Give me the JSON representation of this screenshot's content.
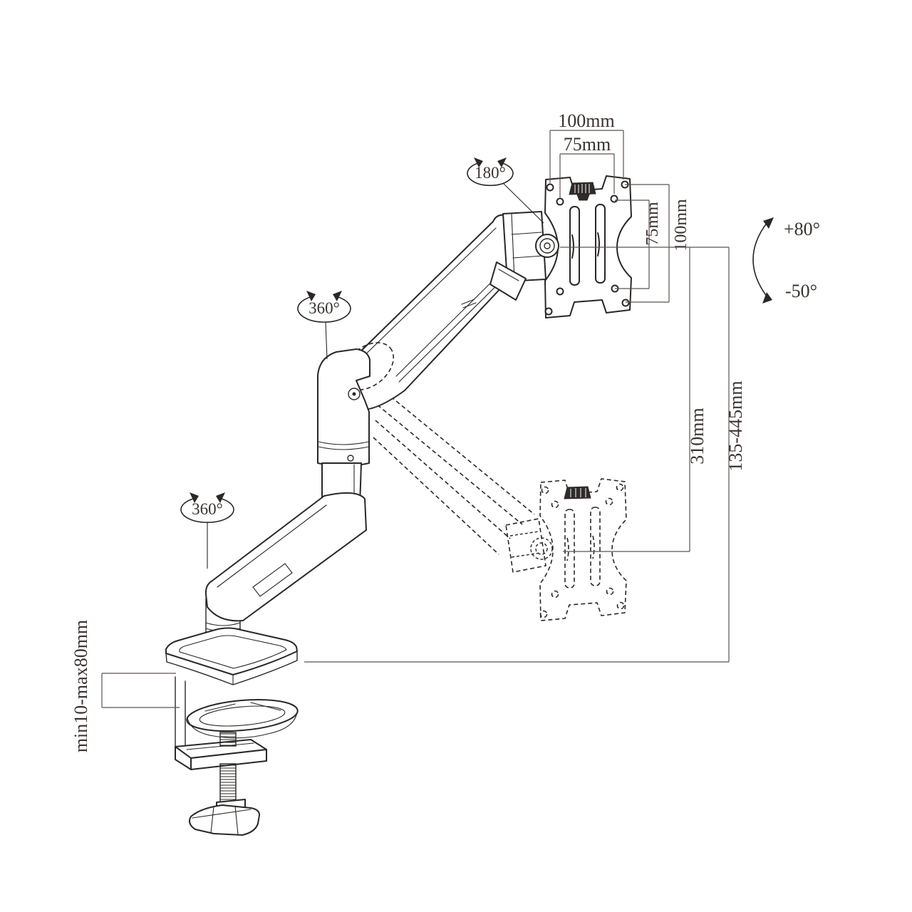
{
  "diagram": {
    "subject": "gas-spring-monitor-desk-mount-arm-dimension-drawing",
    "labels": {
      "vesa_width_100": "100mm",
      "vesa_width_75": "75mm",
      "vesa_height_75": "75mm",
      "vesa_height_100": "100mm",
      "swivel_head": "180°",
      "tilt_up": "+80°",
      "tilt_down": "-50°",
      "swivel_mid": "360°",
      "swivel_base": "360°",
      "lift_range": "310mm",
      "height_range": "135-445mm",
      "clamp_thickness": "min10-max80mm"
    },
    "colors": {
      "background": "#ffffff",
      "line": "#2b2726",
      "dimension_line": "#5a5351",
      "text": "#3a3230",
      "knob_fill": "#2f2b2a"
    }
  }
}
